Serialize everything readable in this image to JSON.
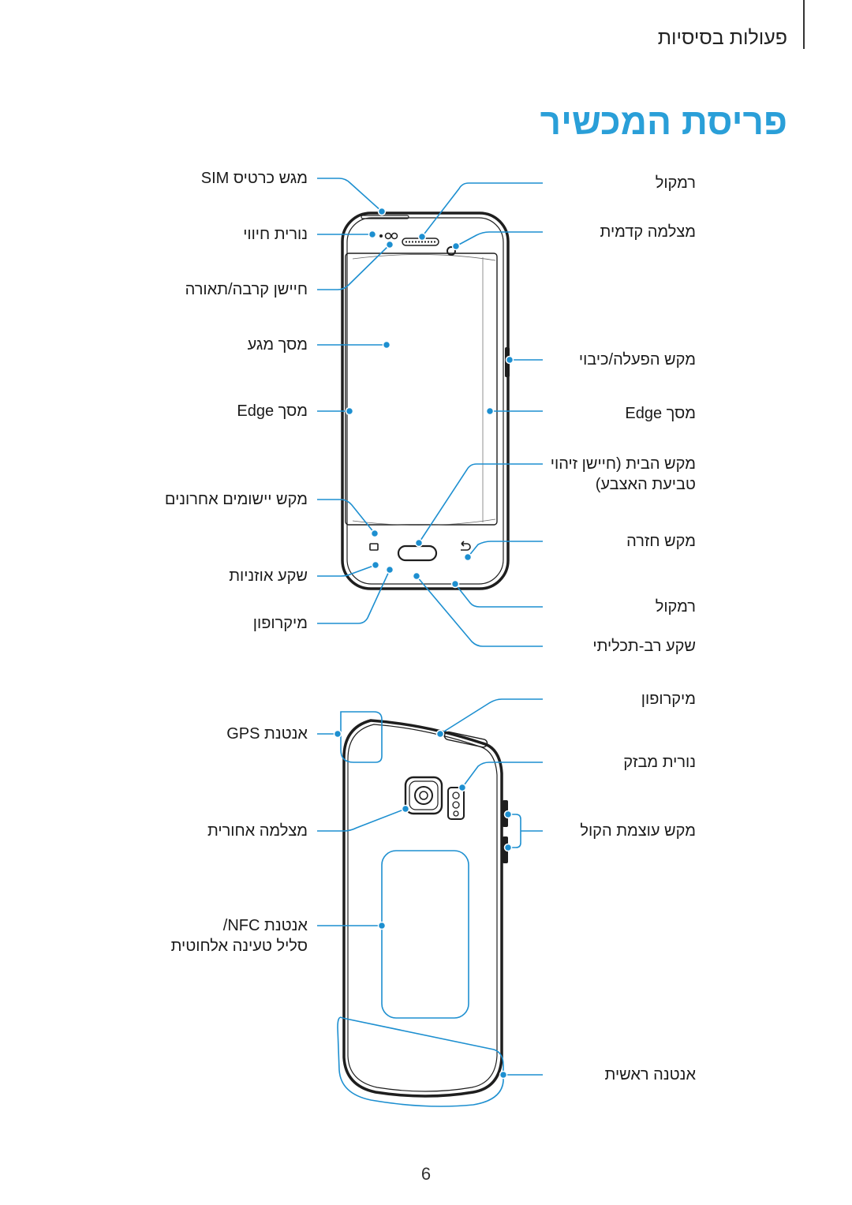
{
  "header": {
    "section": "פעולות בסיסיות",
    "title": "פריסת המכשיר"
  },
  "front_labels": {
    "left": [
      "מגש כרטיס SIM",
      "נורית חיווי",
      "חיישן קרבה/תאורה",
      "מסך מגע",
      "מסך Edge",
      "מקש יישומים אחרונים",
      "שקע אוזניות",
      "מיקרופון"
    ],
    "right": [
      "רמקול",
      "מצלמה קדמית",
      "מקש הפעלה/כיבוי",
      "מסך Edge",
      "מקש הבית (חיישן זיהוי\nטביעת האצבע)",
      "מקש חזרה",
      "רמקול",
      "שקע רב-תכליתי"
    ]
  },
  "back_labels": {
    "left": [
      "אנטנת GPS",
      "מצלמה אחורית",
      "אנטנת NFC/\nסליל טעינה אלחוטית"
    ],
    "right": [
      "מיקרופון",
      "נורית מבזק",
      "מקש עוצמת הקול",
      "אנטנה ראשית"
    ]
  },
  "page_number": "6",
  "colors": {
    "accent": "#2a9fd8",
    "callout": "#1d8fd0",
    "device": "#1e1e1e"
  }
}
